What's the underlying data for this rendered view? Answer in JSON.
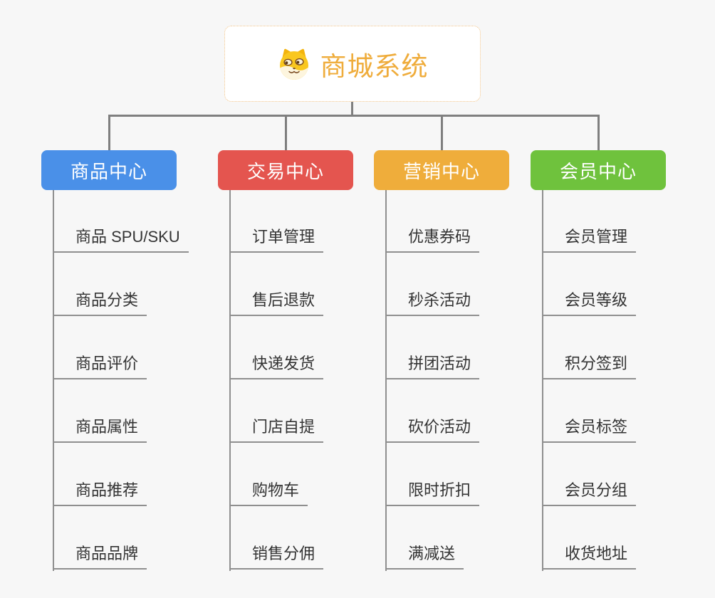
{
  "root": {
    "title": "商城系统",
    "icon": "dog-face-icon",
    "title_color": "#EFAC3B",
    "border_color": "#F2C386"
  },
  "colors": {
    "background": "#F7F7F7",
    "connector": "#7F7F7F",
    "leaf_line": "#8F8F8F",
    "leaf_text": "#333333"
  },
  "branches": [
    {
      "label": "商品中心",
      "color": "#4A90E8",
      "children": [
        "商品 SPU/SKU",
        "商品分类",
        "商品评价",
        "商品属性",
        "商品推荐",
        "商品品牌"
      ]
    },
    {
      "label": "交易中心",
      "color": "#E4554F",
      "children": [
        "订单管理",
        "售后退款",
        "快递发货",
        "门店自提",
        "购物车",
        "销售分佣"
      ]
    },
    {
      "label": "营销中心",
      "color": "#EFAD3B",
      "children": [
        "优惠券码",
        "秒杀活动",
        "拼团活动",
        "砍价活动",
        "限时折扣",
        "满减送"
      ]
    },
    {
      "label": "会员中心",
      "color": "#6FC23D",
      "children": [
        "会员管理",
        "会员等级",
        "积分签到",
        "会员标签",
        "会员分组",
        "收货地址"
      ]
    }
  ]
}
